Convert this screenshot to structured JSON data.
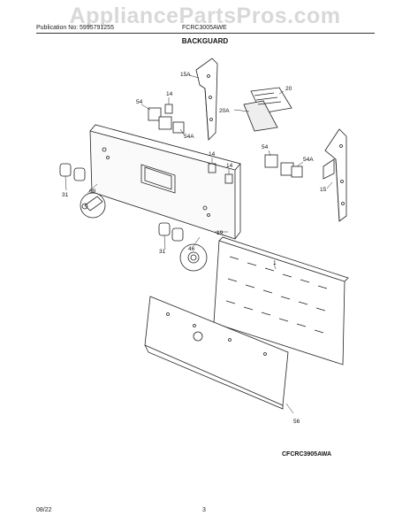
{
  "watermark": "AppliancePartsPros.com",
  "header": {
    "publication": "Publication No: 5995791255",
    "model": "FCRC3005AWE"
  },
  "section_title": "BACKGUARD",
  "diagram_code": "CFCRC3905AWA",
  "footer": {
    "date": "08/22",
    "page": "3"
  },
  "part_labels": {
    "p15a": "15A",
    "p14a": "14",
    "p20": "20",
    "p20a": "20A",
    "p54": "54",
    "p54a": "54A",
    "p14b": "14",
    "p14c": "14",
    "p54b": "54",
    "p54c": "54A",
    "p15": "15",
    "p31a": "31",
    "p69": "69",
    "p19": "19",
    "p31b": "31",
    "p46": "46",
    "p1": "1",
    "p56": "56"
  }
}
